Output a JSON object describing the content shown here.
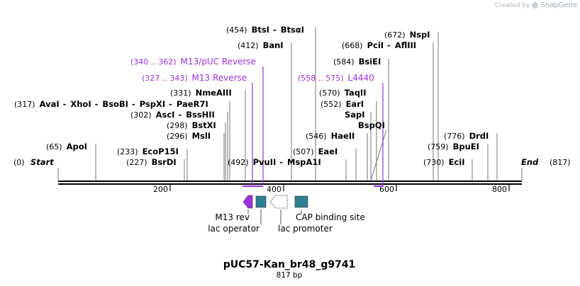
{
  "credit": {
    "prefix": "Created by",
    "brand": "SnapGene"
  },
  "plasmid": {
    "name": "pUC57-Kan_br48_g9741",
    "length_label": "817 bp"
  },
  "ruler": {
    "ticks": [
      "200",
      "400",
      "600",
      "800"
    ]
  },
  "ends": {
    "start": {
      "pos": "(0)",
      "label": "Start"
    },
    "end": {
      "pos": "(817)",
      "label": "End"
    }
  },
  "enzymes": [
    {
      "pos": "(65)",
      "name": "ApoI"
    },
    {
      "pos": "(233)",
      "name": "EcoP15I"
    },
    {
      "pos": "(227)",
      "name": "BsrDI"
    },
    {
      "pos": "(296)",
      "name": "MslI"
    },
    {
      "pos": "(298)",
      "name": "BstXI"
    },
    {
      "pos": "(302)",
      "name": "AscI",
      "extra": [
        "BssHII"
      ]
    },
    {
      "pos": "(317)",
      "name": "AvaI",
      "extra": [
        "XhoI",
        "BsoBI",
        "PspXI",
        "PaeR7I"
      ]
    },
    {
      "pos": "(331)",
      "name": "NmeAIII"
    },
    {
      "pos": "(412)",
      "name": "BanI"
    },
    {
      "pos": "(454)",
      "name": "BtsI",
      "extra": [
        "BtsαI"
      ]
    },
    {
      "pos": "(492)",
      "name": "PvuII",
      "extra": [
        "MspA1I"
      ]
    },
    {
      "pos": "(507)",
      "name": "EaeI"
    },
    {
      "pos": "(546)",
      "name": "HaeII"
    },
    {
      "pos": "",
      "name": "BspQI"
    },
    {
      "pos": "",
      "name": "SapI"
    },
    {
      "pos": "(552)",
      "name": "EarI"
    },
    {
      "pos": "(570)",
      "name": "TaqII"
    },
    {
      "pos": "(584)",
      "name": "BsiEI"
    },
    {
      "pos": "(668)",
      "name": "PciI",
      "extra": [
        "AflIII"
      ]
    },
    {
      "pos": "(672)",
      "name": "NspI"
    },
    {
      "pos": "(730)",
      "name": "EciI"
    },
    {
      "pos": "(759)",
      "name": "BpuEI"
    },
    {
      "pos": "(776)",
      "name": "DrdI"
    }
  ],
  "primers": [
    {
      "range": "(340 .. 362)",
      "name": "M13/pUC Reverse"
    },
    {
      "range": "(327 .. 343)",
      "name": "M13 Reverse"
    },
    {
      "range": "(558 .. 575)",
      "name": "L4440"
    }
  ],
  "features": [
    {
      "name": "M13 rev",
      "color": "#9b30e0"
    },
    {
      "name": "lac operator",
      "color": "#2f7f92"
    },
    {
      "name": "lac promoter",
      "color": "#ffffff"
    },
    {
      "name": "CAP binding site",
      "color": "#2f7f92"
    }
  ],
  "colors": {
    "primer": "#9b30e0",
    "enzyme_text": "#000000",
    "backbone": "#000000"
  }
}
